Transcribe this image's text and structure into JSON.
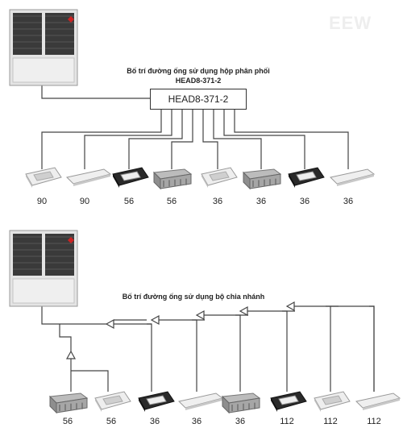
{
  "watermark": "EEW",
  "top_diagram": {
    "title_line1": "Bố trí đường ống sử dụng hộp phân phối",
    "title_line2": "HEAD8-371-2",
    "hub_label": "HEAD8-371-2",
    "outdoor_unit": "outdoor-unit",
    "indoor_units": [
      {
        "type": "cassette",
        "capacity": "90"
      },
      {
        "type": "ceiling",
        "capacity": "90"
      },
      {
        "type": "cassette-dark",
        "capacity": "56"
      },
      {
        "type": "duct",
        "capacity": "56"
      },
      {
        "type": "cassette",
        "capacity": "36"
      },
      {
        "type": "duct",
        "capacity": "36"
      },
      {
        "type": "cassette-dark",
        "capacity": "36"
      },
      {
        "type": "ceiling",
        "capacity": "36"
      }
    ]
  },
  "bottom_diagram": {
    "title": "Bố trí đường ống sử dụng bộ chia nhánh",
    "outdoor_unit": "outdoor-unit",
    "indoor_units": [
      {
        "type": "duct",
        "capacity": "56"
      },
      {
        "type": "cassette",
        "capacity": "56"
      },
      {
        "type": "cassette-dark",
        "capacity": "36"
      },
      {
        "type": "ceiling",
        "capacity": "36"
      },
      {
        "type": "duct",
        "capacity": "36"
      },
      {
        "type": "cassette-dark",
        "capacity": "112"
      },
      {
        "type": "cassette",
        "capacity": "112"
      },
      {
        "type": "ceiling",
        "capacity": "112"
      }
    ]
  },
  "colors": {
    "line": "#444444",
    "unit_body": "#d8d8d8",
    "unit_dark": "#2a2a2a",
    "fan": "#3a3a3a",
    "logo": "#cc2222"
  }
}
